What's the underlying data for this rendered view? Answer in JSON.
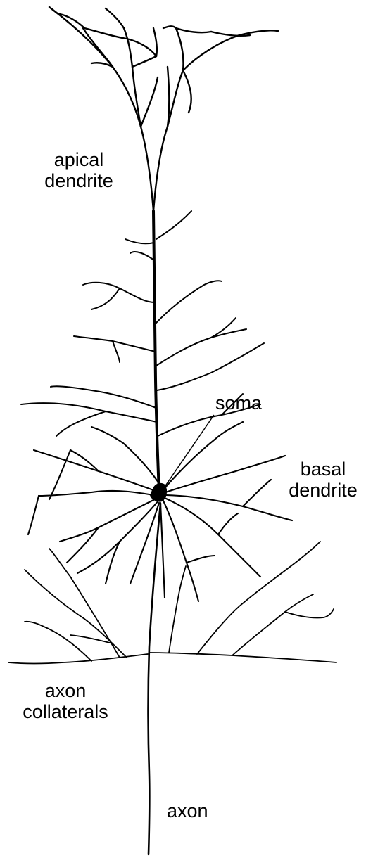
{
  "labels": {
    "apical_line1": "apical",
    "apical_line2": "dendrite",
    "soma": "soma",
    "basal_line1": "basal",
    "basal_line2": "dendrite",
    "axon_collaterals_line1": "axon",
    "axon_collaterals_line2": "collaterals",
    "axon": "axon"
  },
  "colors": {
    "ink": "#000000",
    "background": "#ffffff"
  }
}
